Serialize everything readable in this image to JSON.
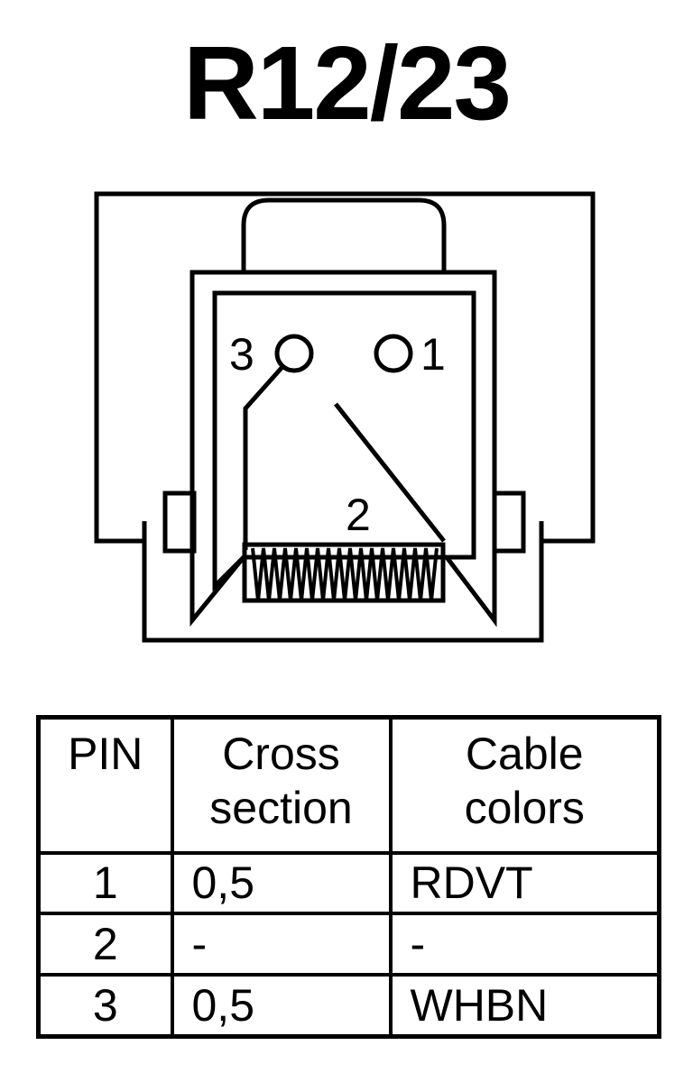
{
  "title": "R12/23",
  "diagram": {
    "pin_labels": [
      {
        "pin": "3",
        "text": "3"
      },
      {
        "pin": "1",
        "text": "1"
      },
      {
        "pin": "2",
        "text": "2"
      }
    ]
  },
  "table": {
    "headers": [
      {
        "line1": "PIN",
        "line2": ""
      },
      {
        "line1": "Cross",
        "line2": "section"
      },
      {
        "line1": "Cable",
        "line2": "colors"
      }
    ],
    "rows": [
      {
        "pin": "1",
        "cross_section": "0,5",
        "colors": "RDVT"
      },
      {
        "pin": "2",
        "cross_section": "-",
        "colors": "-"
      },
      {
        "pin": "3",
        "cross_section": "0,5",
        "colors": "WHBN"
      }
    ]
  }
}
